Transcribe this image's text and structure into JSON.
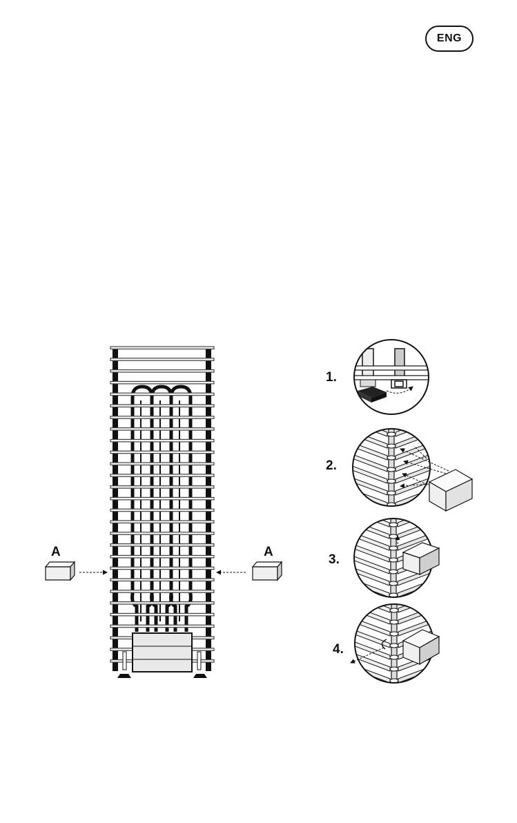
{
  "language_badge": "ENG",
  "callout_label_left": "A",
  "callout_label_right": "A",
  "steps": [
    "1.",
    "2.",
    "3.",
    "4."
  ]
}
